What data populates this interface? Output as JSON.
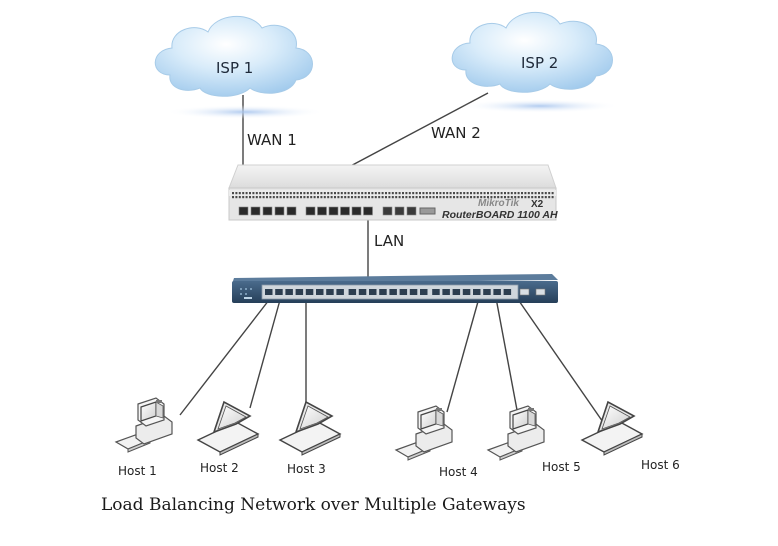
{
  "diagram": {
    "title": "Load Balancing Network over Multiple Gateways",
    "clouds": [
      {
        "id": "isp1",
        "label": "ISP 1"
      },
      {
        "id": "isp2",
        "label": "ISP 2"
      }
    ],
    "links": [
      {
        "id": "wan1",
        "label": "WAN 1",
        "from": "isp1",
        "to": "router"
      },
      {
        "id": "wan2",
        "label": "WAN 2",
        "from": "isp2",
        "to": "router"
      },
      {
        "id": "lan",
        "label": "LAN",
        "from": "router",
        "to": "switch"
      }
    ],
    "router": {
      "vendor_logo": "MikroTik",
      "model_suffix": "X2",
      "model": "RouterBOARD 1100 AH"
    },
    "switch": {
      "label": ""
    },
    "hosts": [
      {
        "id": "host1",
        "label": "Host 1",
        "type": "desktop"
      },
      {
        "id": "host2",
        "label": "Host 2",
        "type": "laptop"
      },
      {
        "id": "host3",
        "label": "Host 3",
        "type": "laptop"
      },
      {
        "id": "host4",
        "label": "Host 4",
        "type": "desktop"
      },
      {
        "id": "host5",
        "label": "Host 5",
        "type": "desktop"
      },
      {
        "id": "host6",
        "label": "Host 6",
        "type": "laptop"
      }
    ],
    "colors": {
      "cloud_fill": "#cfe6f7",
      "cloud_shadow": "#b9d3f0",
      "router_body": "#ebebeb",
      "switch_body": "#2f4f6e",
      "cable": "#444444"
    }
  }
}
